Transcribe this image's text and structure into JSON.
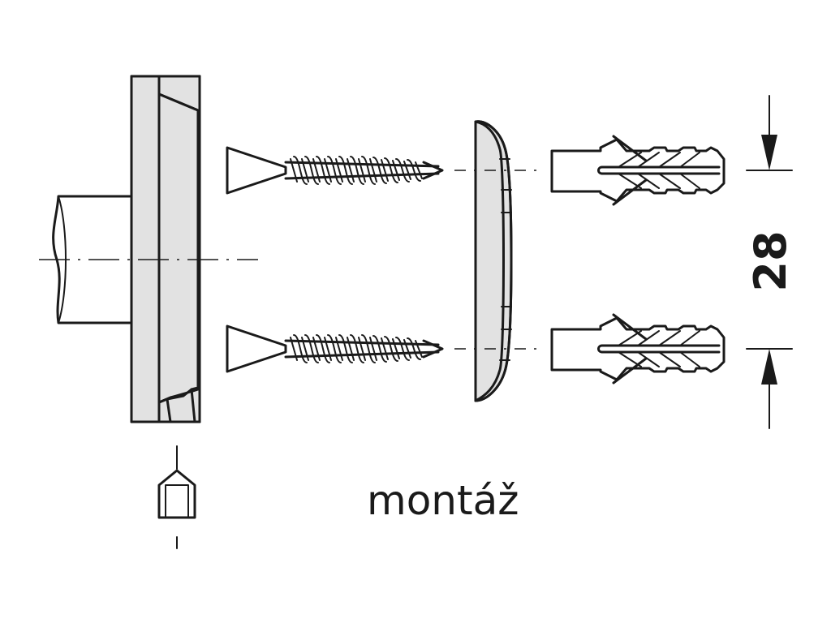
{
  "diagram": {
    "caption": "montáž",
    "dimension": {
      "value": "28"
    },
    "parts": [
      {
        "id": "handle",
        "icon": "handle-with-shaft"
      },
      {
        "id": "screw",
        "icon": "countersunk-screw",
        "count": 2
      },
      {
        "id": "cover-plate",
        "icon": "cover-plate"
      },
      {
        "id": "wall-plug",
        "icon": "wall-plug",
        "count": 2
      },
      {
        "id": "bit",
        "icon": "hex-bit"
      }
    ],
    "colors": {
      "line": "#1a1a1a",
      "fill_gray": "#e2e2e2",
      "background": "#ffffff"
    }
  }
}
